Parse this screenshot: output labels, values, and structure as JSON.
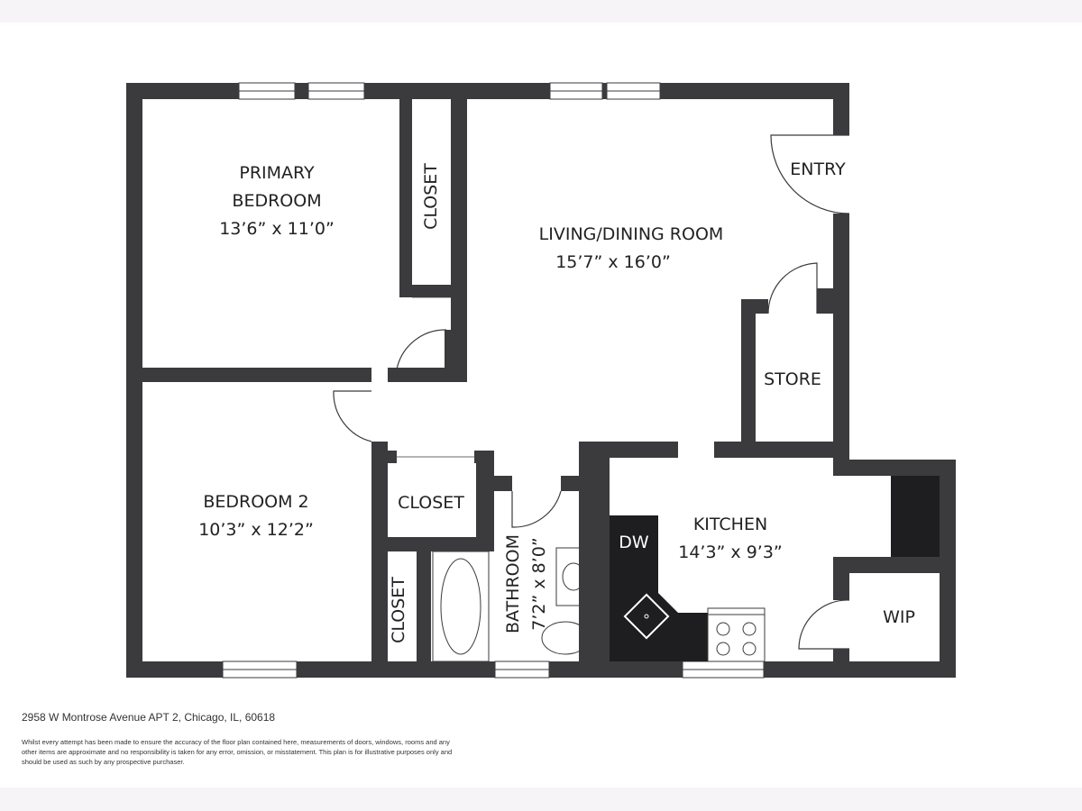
{
  "rooms": {
    "primary_bedroom": {
      "name_line1": "PRIMARY",
      "name_line2": "BEDROOM",
      "dimensions": "13’6” x 11’0”"
    },
    "living_dining": {
      "name": "LIVING/DINING ROOM",
      "dimensions": "15’7” x 16’0”"
    },
    "entry": {
      "name": "ENTRY"
    },
    "store": {
      "name": "STORE"
    },
    "bedroom2": {
      "name": "BEDROOM 2",
      "dimensions": "10’3” x 12’2”"
    },
    "closet_primary": {
      "name": "CLOSET"
    },
    "closet_upper": {
      "name": "CLOSET"
    },
    "closet_lower": {
      "name": "CLOSET"
    },
    "bathroom": {
      "name": "BATHROOM",
      "dimensions": "7’2” x 8’0”"
    },
    "kitchen": {
      "name": "KITCHEN",
      "dimensions": "14’3” x 9’3”"
    },
    "dishwasher": {
      "name": "DW"
    },
    "wip": {
      "name": "WIP"
    }
  },
  "footer": {
    "address": "2958 W Montrose Avenue APT 2, Chicago, IL, 60618",
    "disclaimer": "Whilst every attempt has been made to ensure the accuracy of the floor plan contained here, measurements of doors, windows, rooms and any other items are approximate and no responsibility is taken for any error, omission, or misstatement. This plan is for illustrative purposes only and should be used as such by any prospective purchaser."
  },
  "colors": {
    "wall": "#3b3a3d",
    "fixture": "#1e1d1f",
    "band": "#f6f4f7"
  }
}
